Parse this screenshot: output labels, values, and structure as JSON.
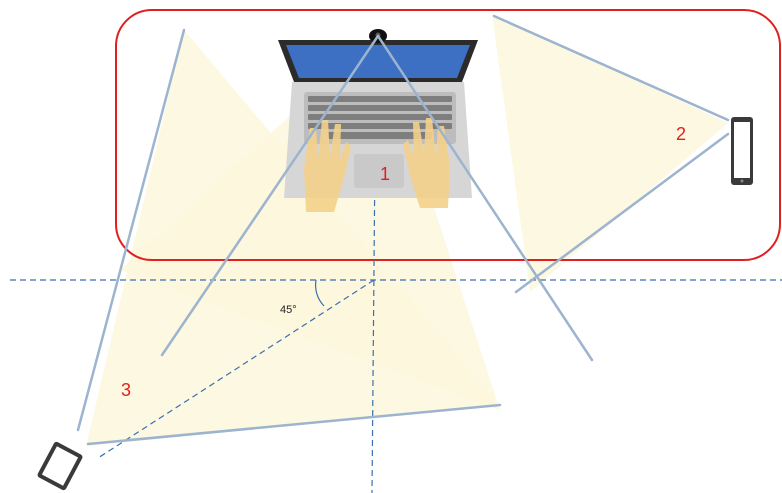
{
  "diagram": {
    "zone_labels": [
      "1",
      "2",
      "3"
    ],
    "angle_label": "45°"
  },
  "colors": {
    "zone_border": "#e02020",
    "field_of_view_fill": "#fbf7dc",
    "sight_line": "#9db4cf",
    "axis_dashed": "#3b6fb0",
    "laptop_screen": "#3d6fc2",
    "hands": "#f3d08a",
    "device_body": "#3a3a3a"
  },
  "icons": [
    "laptop-icon",
    "smartphone-icon",
    "tablet-icon",
    "hands-icon",
    "webcam-icon"
  ]
}
